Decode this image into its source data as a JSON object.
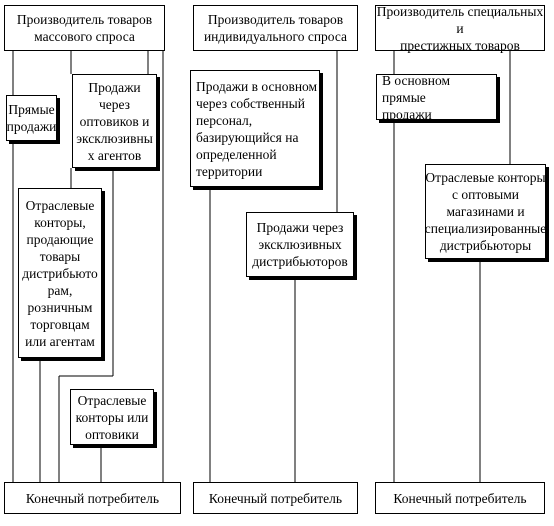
{
  "columns": [
    {
      "header": "Производитель товаров\nмассового спроса",
      "channels": [
        "Прямые\nпродажи",
        "Продажи\nчерез\nоптовиков и\nэксклюзивны\nх агентов",
        "Отраслевые\nконторы,\nпродающие\nтовары\nдистрибьюто\nрам,\nрозничным\nторговцам\nили агентам",
        "Отраслевые\nконторы или\nоптовики"
      ],
      "footer": "Конечный потребитель"
    },
    {
      "header": "Производитель товаров\nиндивидуального спроса",
      "channels": [
        "Продажи в основном\nчерез собственный\nперсонал,\nбазирующийся на\nопределенной\nтерритории",
        "Продажи через\nэксклюзивных\nдистрибьюторов"
      ],
      "footer": "Конечный потребитель"
    },
    {
      "header": "Производитель специальных и\nпрестижных товаров",
      "channels": [
        "В основном прямые\nпродажи",
        "Отраслевые конторы\nс оптовыми\nмагазинами и\nспециализированные\nдистрибьюторы"
      ],
      "footer": "Конечный потребитель"
    }
  ]
}
